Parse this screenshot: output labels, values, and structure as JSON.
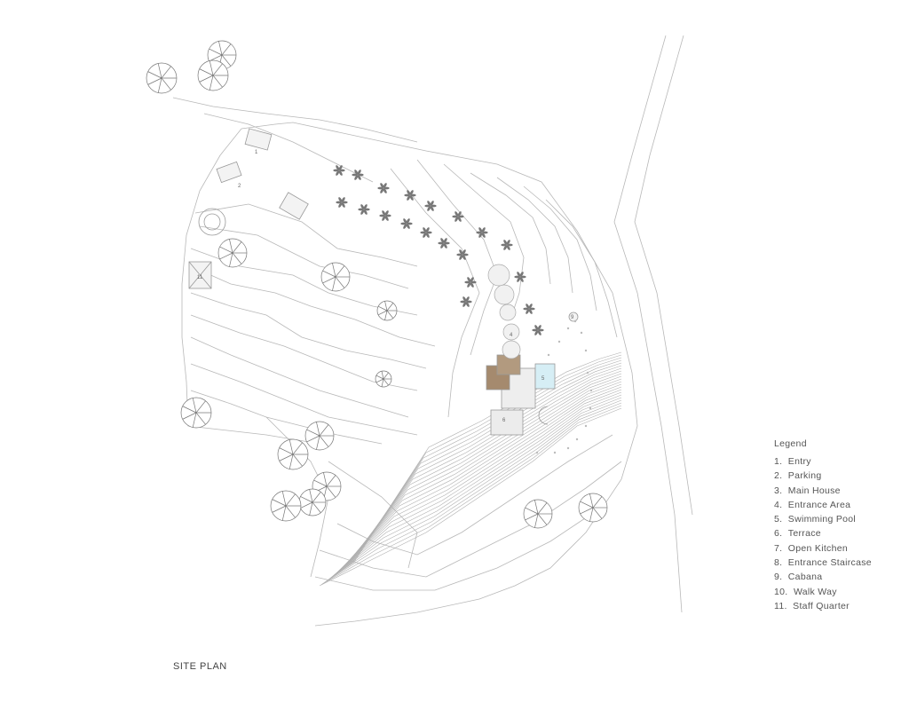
{
  "legend": {
    "title": "Legend",
    "items": [
      {
        "num": "1.",
        "label": "Entry"
      },
      {
        "num": "2.",
        "label": "Parking"
      },
      {
        "num": "3.",
        "label": "Main House"
      },
      {
        "num": "4.",
        "label": "Entrance Area"
      },
      {
        "num": "5.",
        "label": "Swimming Pool"
      },
      {
        "num": "6.",
        "label": "Terrace"
      },
      {
        "num": "7.",
        "label": "Open Kitchen"
      },
      {
        "num": "8.",
        "label": "Entrance Staircase"
      },
      {
        "num": "9.",
        "label": "Cabana"
      },
      {
        "num": "10.",
        "label": "Walk Way"
      },
      {
        "num": "11.",
        "label": "Staff Quarter"
      }
    ]
  },
  "caption": "SITE PLAN",
  "plan_labels": {
    "l1": "1",
    "l2": "2",
    "l4": "4",
    "l5": "5",
    "l6": "6",
    "l9": "9",
    "l11": "11"
  },
  "colors": {
    "line": "#b5b5b5",
    "roof": "#a58a6e",
    "pool": "#d6eef5"
  }
}
